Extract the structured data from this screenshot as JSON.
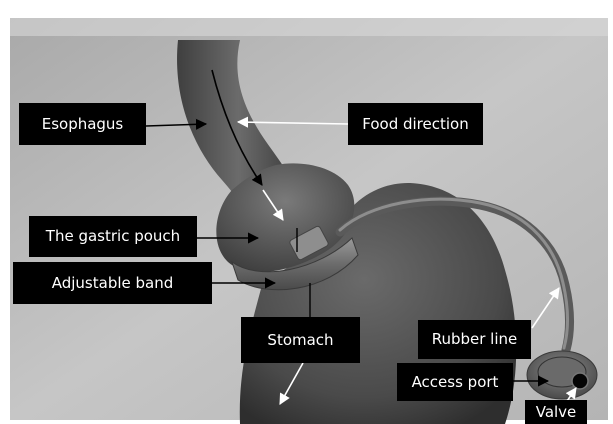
{
  "labels": {
    "esophagus": "Esophagus",
    "food_direction": "Food direction",
    "gastric_pouch": "The gastric pouch",
    "adjustable_band": "Adjustable band",
    "stomach": "Stomach",
    "rubber_line": "Rubber line",
    "access_port": "Access port",
    "valve": "Valve"
  },
  "colors": {
    "background": "#bcbcbc",
    "organ": "#555555",
    "label_box": "#000000",
    "label_text": "#ffffff",
    "arrow_dark": "#000000",
    "arrow_light": "#ffffff"
  }
}
